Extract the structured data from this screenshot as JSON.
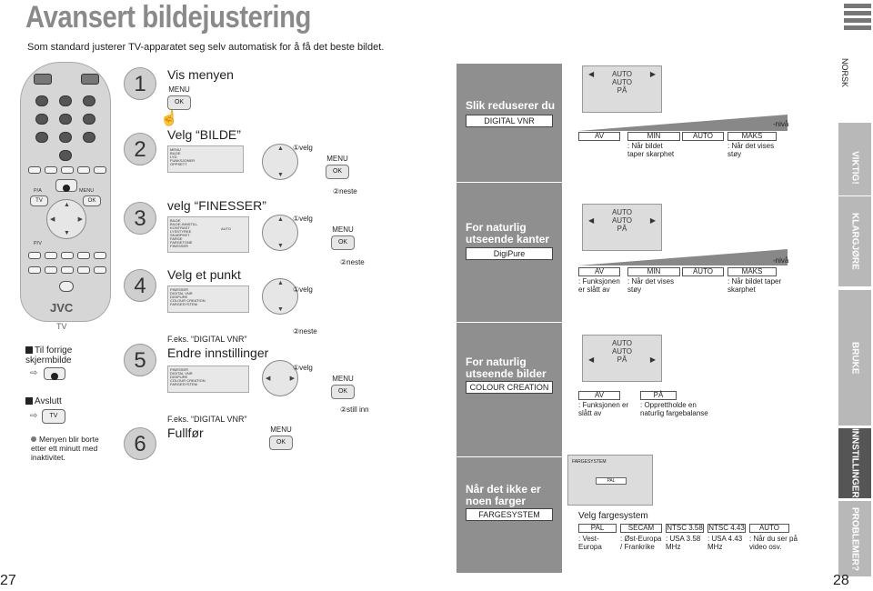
{
  "page": {
    "title": "Avansert bildejustering",
    "subtitle": "Som standard justerer TV-apparatet seg selv automatisk for å få det beste bildet.",
    "page_left": "27",
    "page_right": "28"
  },
  "remote": {
    "brand": "JVC",
    "tv_label": "TV",
    "key_tv": "TV",
    "key_pr": "P/A",
    "key_menu": "MENU",
    "key_ok": "OK",
    "key_pv": "P/V"
  },
  "steps": [
    {
      "num": "1",
      "title": "Vis menyen",
      "menu_label": "MENU",
      "ok_label": "OK"
    },
    {
      "num": "2",
      "title": "Velg “BILDE”",
      "select_note": "①velg",
      "next_note": "②neste",
      "menu_label": "MENU",
      "ok_label": "OK"
    },
    {
      "num": "3",
      "title": "velg “FINESSER”",
      "select_note": "①velg",
      "next_note": "②neste",
      "menu_label": "MENU",
      "ok_label": "OK"
    },
    {
      "num": "4",
      "title": "Velg et punkt",
      "select_note": "①velg",
      "next_note": "②neste"
    },
    {
      "num": "5",
      "example": "F.eks. “DIGITAL VNR”",
      "title": "Endre innstillinger",
      "select_note": "①velg",
      "still_note": "②still inn",
      "menu_label": "MENU",
      "ok_label": "OK"
    },
    {
      "num": "6",
      "example": "F.eks. “DIGITAL VNR”",
      "title": "Fullfør",
      "menu_label": "MENU",
      "ok_label": "OK"
    }
  ],
  "mini_screens": {
    "bilde": [
      "MENU",
      "BILDE",
      "LYD",
      "FUNKSJONER",
      "OPPSETT"
    ],
    "bilde2_title": "BILDE",
    "bilde2": [
      "BILDE-INNSTILL",
      "KONTRAST",
      "LYSSTYRKE",
      "SKARPHET",
      "FARGE",
      "FARGETONE",
      "FINESSER"
    ],
    "bilde2_value": "AUTO",
    "finesser_title": "FINESSER",
    "finesser": [
      "DIGITAL VNR",
      "DIGIPURE",
      "COLOUR CREATION",
      "FARGESYSTEM"
    ],
    "finesser_values": [
      "AUTO",
      "AUTO",
      "PÅ"
    ]
  },
  "left_notes": {
    "prev": "Til forrige skjermbilde",
    "exit": "Avslutt",
    "exit_key": "TV",
    "note": "Menyen blir borte etter ett minutt med inaktivitet."
  },
  "right_sections": [
    {
      "heading": "Slik reduserer du",
      "box": "DIGITAL VNR",
      "screen": [
        "AUTO",
        "AUTO",
        "PÅ"
      ],
      "levels": [
        "AV",
        "MIN",
        "AUTO",
        "MAKS"
      ],
      "level_suffix": "-nivå",
      "desc_min": ": Når bildet taper skarphet",
      "desc_maks": ": Når det vises støy"
    },
    {
      "heading": "For naturlig utseende kanter",
      "box": "DigiPure",
      "screen": [
        "AUTO",
        "AUTO",
        "PÅ"
      ],
      "levels": [
        "AV",
        "MIN",
        "AUTO",
        "MAKS"
      ],
      "level_suffix": "-nivå",
      "desc_av": ": Funksjonen er slått av",
      "desc_min": ": Når det vises støy",
      "desc_maks": ": Når bildet taper skarphet"
    },
    {
      "heading": "For naturlig utseende bilder",
      "box": "COLOUR CREATION",
      "screen": [
        "AUTO",
        "AUTO",
        "PÅ"
      ],
      "levels": [
        "AV",
        "PÅ"
      ],
      "desc_av": ": Funksjonen er slått av",
      "desc_pa": ": Opprettholde en naturlig fargebalanse"
    },
    {
      "heading": "Når det ikke er noen farger",
      "box": "FARGESYSTEM",
      "screen_title": "FARGESYSTEM",
      "screen_value": "PAL",
      "select_label": "Velg fargesystem",
      "systems": [
        "PAL",
        "SECAM",
        "NTSC 3.58",
        "NTSC 4.43",
        "AUTO"
      ],
      "system_desc": [
        ": Vest-Europa",
        ": Øst-Europa / Frankrike",
        ": USA 3.58 MHz",
        ": USA 4.43 MHz",
        ": Når du ser på video osv."
      ]
    }
  ],
  "sidebar": {
    "language": "NORSK",
    "tabs": [
      "VIKTIG!",
      "KLARGJØRE",
      "BRUKE",
      "INNSTILLINGER",
      "PROBLEMER?"
    ],
    "active_tab": "INNSTILLINGER",
    "colors": {
      "inactive": "#b8b8b8",
      "active": "#555555"
    }
  }
}
